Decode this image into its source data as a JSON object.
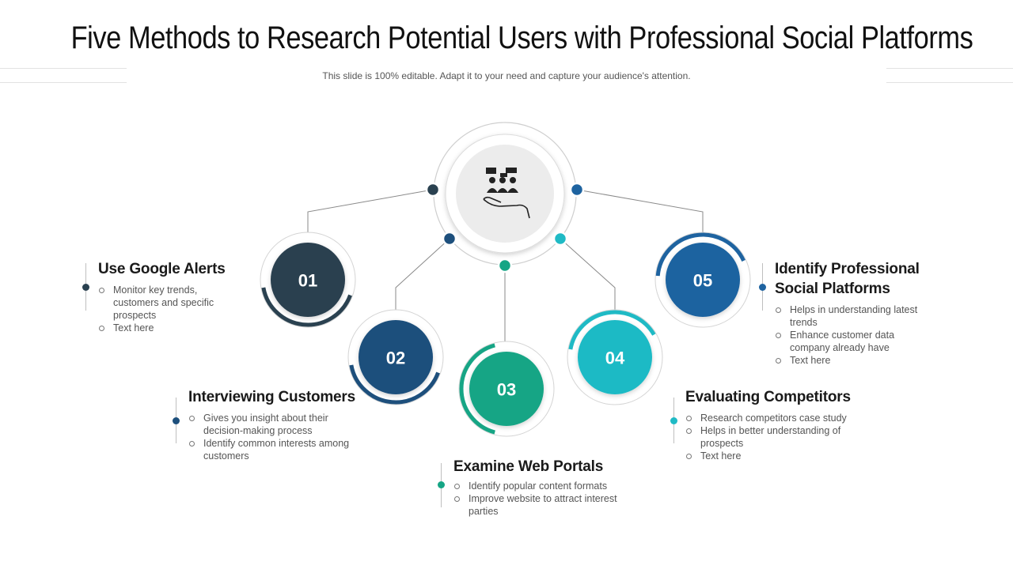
{
  "header": {
    "title": "Five Methods to Research Potential Users with Professional Social Platforms",
    "subtitle": "This slide is 100% editable. Adapt it to your need and capture your audience's attention."
  },
  "center": {
    "icon": "users-on-hand-icon"
  },
  "colors": {
    "n01": "#2a4150",
    "n02": "#1d4f7c",
    "n03": "#16a585",
    "n04": "#1fbac5",
    "n05": "#1e63a0",
    "connector": "#8a8a8a"
  },
  "nodes": [
    {
      "number": "01",
      "title": "Use Google Alerts",
      "bullets": [
        "Monitor key trends, customers and specific prospects",
        "Text here"
      ]
    },
    {
      "number": "02",
      "title": "Interviewing Customers",
      "bullets": [
        "Gives you insight about their decision-making process",
        "Identify common interests among customers"
      ]
    },
    {
      "number": "03",
      "title": "Examine Web Portals",
      "bullets": [
        "Identify popular content formats",
        "Improve website to attract interest parties"
      ]
    },
    {
      "number": "04",
      "title": "Evaluating Competitors",
      "bullets": [
        "Research competitors case study",
        "Helps in better understanding of prospects",
        "Text here"
      ]
    },
    {
      "number": "05",
      "title": "Identify Professional Social Platforms",
      "bullets": [
        "Helps in understanding latest trends",
        "Enhance customer data company already have",
        "Text here"
      ]
    }
  ]
}
